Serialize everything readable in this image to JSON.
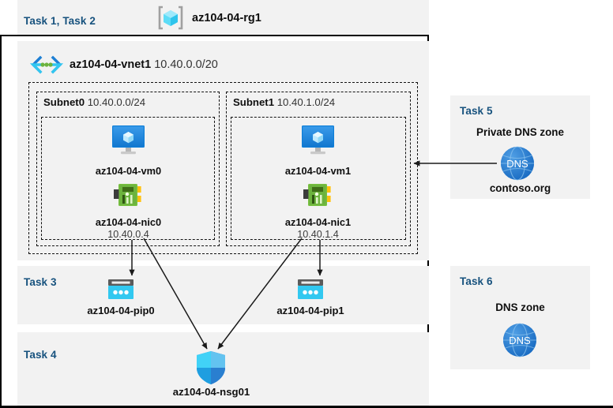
{
  "diagram": {
    "resource_group": {
      "task_label": "Task 1, Task 2",
      "name": "az104-04-rg1",
      "icon": "resource-group-icon"
    },
    "vnet": {
      "name": "az104-04-vnet1",
      "address_space": "10.40.0.0/20",
      "icon": "virtual-network-icon"
    },
    "subnets": [
      {
        "name": "Subnet0",
        "address_prefix": "10.40.0.0/24",
        "vm": {
          "name": "az104-04-vm0",
          "icon": "virtual-machine-icon"
        },
        "nic": {
          "name": "az104-04-nic0",
          "ip": "10.40.0.4",
          "icon": "network-interface-icon"
        }
      },
      {
        "name": "Subnet1",
        "address_prefix": "10.40.1.0/24",
        "vm": {
          "name": "az104-04-vm1",
          "icon": "virtual-machine-icon"
        },
        "nic": {
          "name": "az104-04-nic1",
          "ip": "10.40.1.4",
          "icon": "network-interface-icon"
        }
      }
    ],
    "public_ips": [
      {
        "task_label": "Task 3",
        "name": "az104-04-pip0",
        "icon": "public-ip-address-icon"
      },
      {
        "name": "az104-04-pip1",
        "icon": "public-ip-address-icon"
      }
    ],
    "nsg": {
      "task_label": "Task 4",
      "name": "az104-04-nsg01",
      "icon": "network-security-group-icon"
    },
    "private_dns_zone": {
      "task_label": "Task 5",
      "title": "Private DNS zone",
      "name": "contoso.org",
      "icon": "dns-zone-icon",
      "icon_text": "DNS"
    },
    "dns_zone": {
      "task_label": "Task 6",
      "title": "DNS zone",
      "icon": "dns-zone-icon",
      "icon_text": "DNS"
    }
  },
  "colors": {
    "task_label": "#17527e",
    "panel_bg": "#f2f2f2",
    "azure_blue": "#0078d4",
    "cyan": "#32c8f0",
    "nic_green": "#6cb33e",
    "dns_blue": "#1f7ad4"
  }
}
